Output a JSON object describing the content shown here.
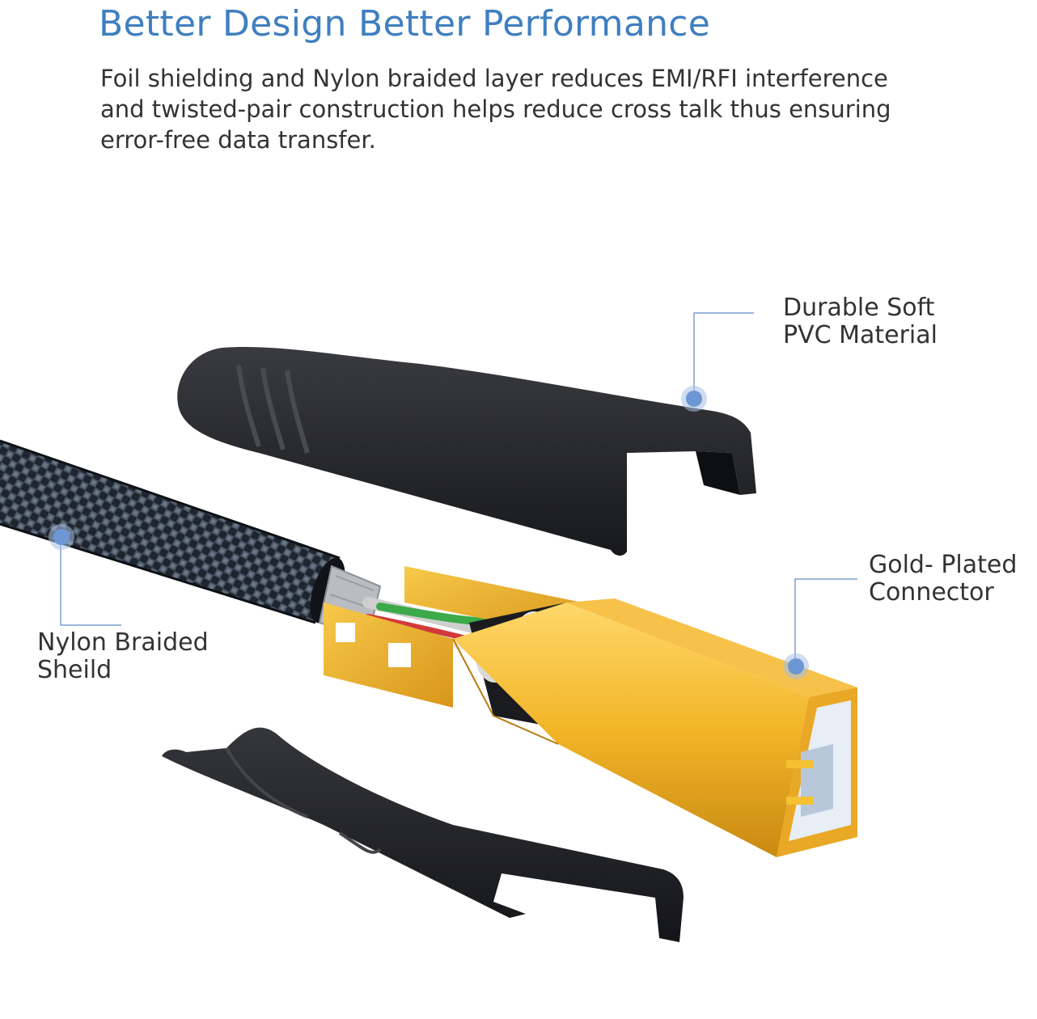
{
  "heading": {
    "title": "Better Design Better Performance",
    "description": "Foil shielding and Nylon braided layer reduces EMI/RFI interference and twisted-pair construction helps reduce cross talk thus ensuring error-free data transfer."
  },
  "callouts": {
    "pvc": {
      "line1": "Durable Soft",
      "line2": "PVC Material"
    },
    "gold": {
      "line1": "Gold- Plated",
      "line2": "Connector"
    },
    "nylon": {
      "line1": "Nylon Braided",
      "line2": "Sheild"
    }
  },
  "colors": {
    "title": "#3f7fc0",
    "text": "#333333",
    "leader": "#7a9fd0",
    "dot": "#6d96d4",
    "plastic": "#1f2023",
    "gold": "#f2b527",
    "braid": "#2b3440"
  }
}
